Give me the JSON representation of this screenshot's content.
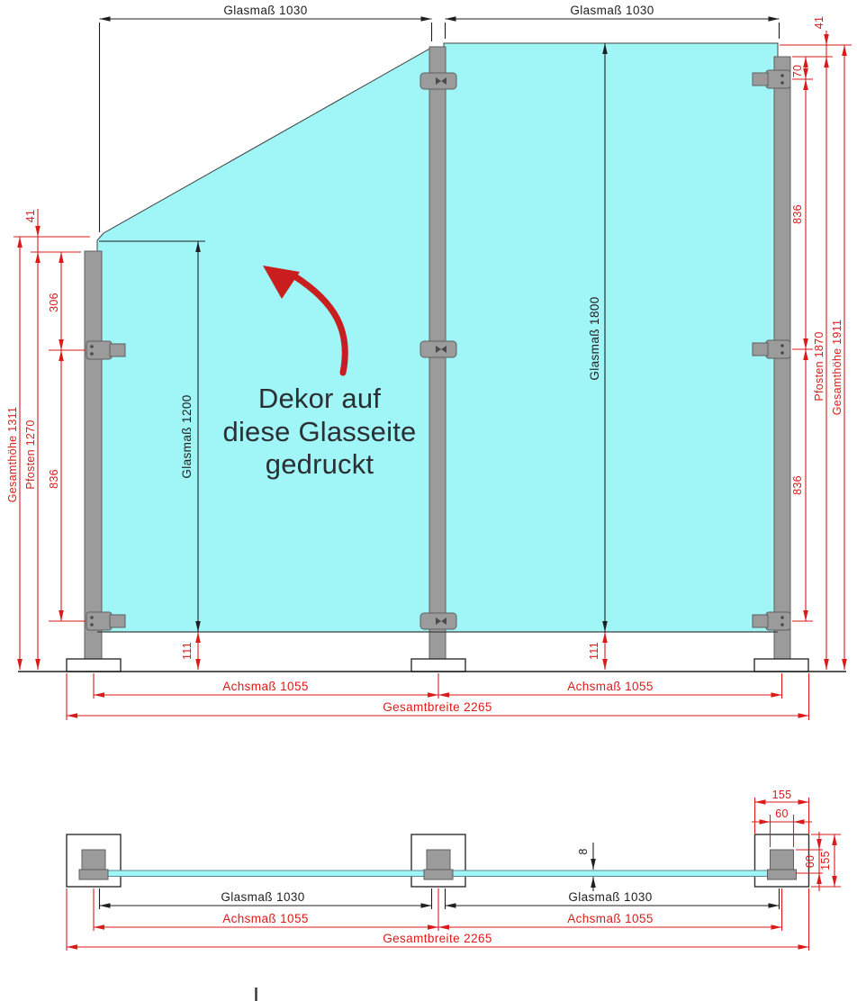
{
  "annotation": {
    "line1": "Dekor auf",
    "line2": "diese Glasseite",
    "line3": "gedruckt"
  },
  "elevation": {
    "glas_top_left": "Glasmaß 1030",
    "glas_top_right": "Glasmaß 1030",
    "d41_left": "41",
    "d306": "306",
    "d836_left": "836",
    "gesamthoehe_left": "Gesamthöhe 1311",
    "pfosten_left": "Pfosten 1270",
    "glas_1200": "Glasmaß 1200",
    "glas_1800": "Glasmaß 1800",
    "d41_right": "41",
    "d70": "70",
    "d836_right_upper": "836",
    "d836_right_lower": "836",
    "pfosten_right": "Pfosten 1870",
    "gesamthoehe_right": "Gesamthöhe 1911",
    "d111_left": "111",
    "d111_right": "111",
    "achsmass_left": "Achsmaß 1055",
    "achsmass_right": "Achsmaß 1055",
    "gesamtbreite": "Gesamtbreite 2265"
  },
  "plan": {
    "glas_left": "Glasmaß 1030",
    "glas_right": "Glasmaß 1030",
    "achsmass_left": "Achsmaß 1055",
    "achsmass_right": "Achsmaß 1055",
    "gesamtbreite": "Gesamtbreite 2265",
    "plate_width": "155",
    "post_width": "60",
    "post_depth": "60",
    "plate_depth": "155",
    "glass_thickness": "8"
  },
  "colors": {
    "glass": "#a0f5f6",
    "post": "#9b9b9b",
    "dim_red": "#dc1a1a",
    "line": "#1f1f1f",
    "annotation_text": "#2b2f33",
    "arrow_red": "#c81e1e"
  }
}
